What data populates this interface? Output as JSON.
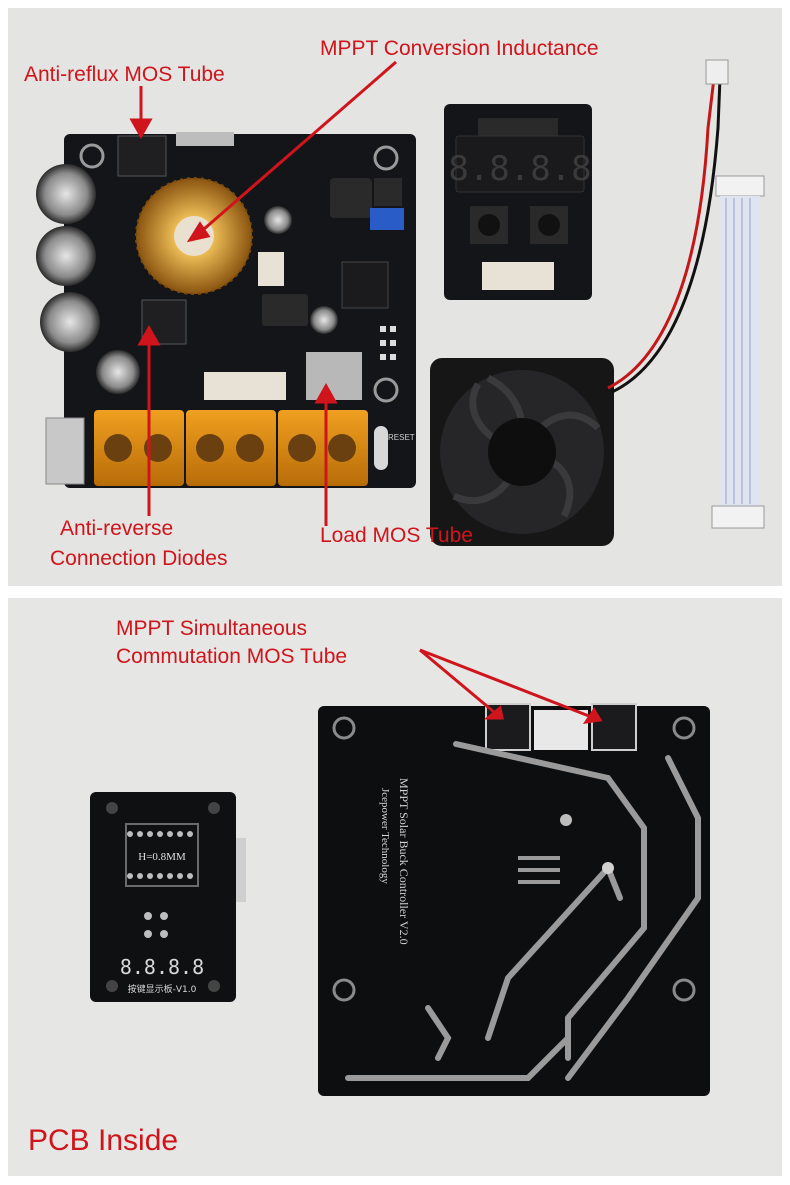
{
  "top_panel": {
    "labels": {
      "anti_reflux": "Anti-reflux MOS Tube",
      "mppt_inductance": "MPPT Conversion Inductance",
      "anti_reverse_line1": "Anti-reverse",
      "anti_reverse_line2": "Connection Diodes",
      "load_mos": "Load MOS Tube"
    },
    "silkscreen": {
      "reset": "RESET",
      "display": "8.8.8.8"
    }
  },
  "bottom_panel": {
    "labels": {
      "simultaneous_line1": "MPPT Simultaneous",
      "simultaneous_line2": "Commutation MOS Tube",
      "pcb_inside": "PCB Inside"
    },
    "silkscreen": {
      "thickness": "H=0.8MM",
      "display": "8.8.8.8",
      "board_name": "按键显示板-V1.0",
      "main_board": "MPPT Solar Buck Controller V2.0",
      "maker": "Jcepower Technology"
    }
  },
  "colors": {
    "annotation": "#d0141c",
    "pcb": "#111214",
    "copper_gold": "#c88a2a",
    "terminal_orange": "#d98a10"
  }
}
